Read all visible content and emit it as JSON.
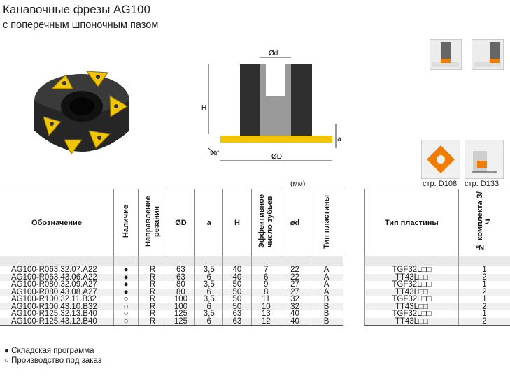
{
  "title": "Канавочные фрезы AG100",
  "subtitle": "с поперечным шпоночным пазом",
  "drawing": {
    "dim_d": "Ød",
    "dim_H": "H",
    "dim_a": "a",
    "dim_D": "ØD",
    "angle": "90°"
  },
  "units": "(мм)",
  "refs": {
    "insert_page": "стр. D108",
    "cutting_page": "стр. D133"
  },
  "main_table": {
    "headers": [
      "Обозначение",
      "Наличие",
      "Направление резания",
      "ØD",
      "a",
      "H",
      "Эффективное число зубьев",
      "ød",
      "Тип пластины"
    ],
    "rows": [
      [
        "AG100-R063.32.07.A22",
        "●",
        "R",
        "63",
        "3,5",
        "40",
        "7",
        "22",
        "A"
      ],
      [
        "AG100-R063.43.06.A22",
        "●",
        "R",
        "63",
        "6",
        "40",
        "6",
        "22",
        "A"
      ],
      [
        "AG100-R080.32.09.A27",
        "●",
        "R",
        "80",
        "3,5",
        "50",
        "9",
        "27",
        "A"
      ],
      [
        "AG100-R080.43.08.A27",
        "●",
        "R",
        "80",
        "6",
        "50",
        "8",
        "27",
        "A"
      ],
      [
        "AG100-R100.32.11.B32",
        "○",
        "R",
        "100",
        "3,5",
        "50",
        "11",
        "32",
        "B"
      ],
      [
        "AG100-R100.43.10.B32",
        "○",
        "R",
        "100",
        "6",
        "50",
        "10",
        "32",
        "B"
      ],
      [
        "AG100-R125.32.13.B40",
        "○",
        "R",
        "125",
        "3,5",
        "63",
        "13",
        "40",
        "B"
      ],
      [
        "AG100-R125.43.12.B40",
        "○",
        "R",
        "125",
        "6",
        "63",
        "12",
        "40",
        "B"
      ]
    ]
  },
  "insert_table": {
    "headers": [
      "Тип пластины",
      "№ комплекта З/Ч"
    ],
    "rows": [
      [
        "TGF32L□□",
        "1"
      ],
      [
        "TT43L□□",
        "2"
      ],
      [
        "TGF32L□□",
        "1"
      ],
      [
        "TT43L□□",
        "2"
      ],
      [
        "TGF32L□□",
        "1"
      ],
      [
        "TT43L□□",
        "2"
      ],
      [
        "TGF32L□□",
        "1"
      ],
      [
        "TT43L□□",
        "2"
      ]
    ]
  },
  "legend": {
    "stock": "Складская программа",
    "order": "Производство под заказ"
  },
  "colors": {
    "accent": "#f2c500",
    "insert_orange": "#f07c00",
    "body_dark": "#2b2b2b"
  }
}
